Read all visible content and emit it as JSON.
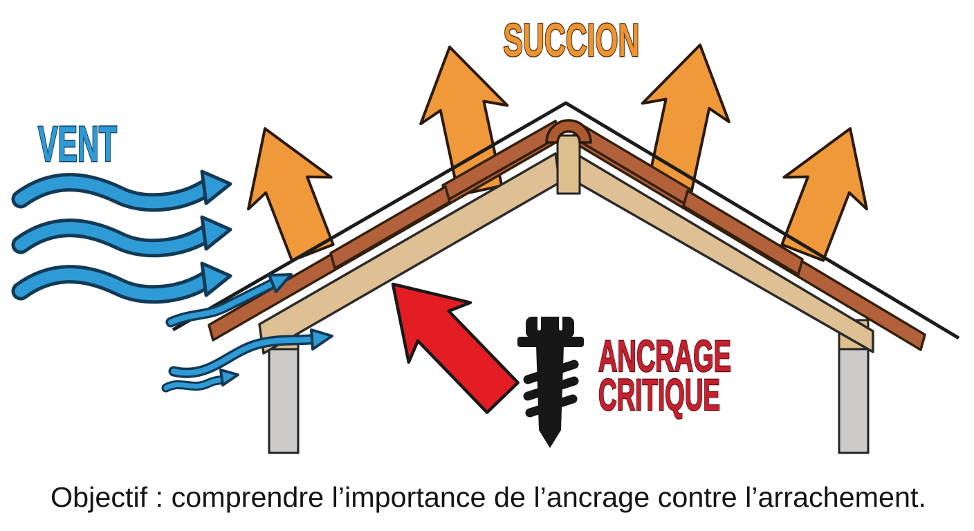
{
  "diagram": {
    "background": "#ffffff",
    "title": "SUCCION",
    "wind_label": "VENT",
    "anchor_label": {
      "line1": "ANCRAGE",
      "line2": "CRITIQUE"
    },
    "caption": "Objectif : comprendre l’importance de l’ancrage contre l’arrachement.",
    "colors": {
      "suction_arrow": "#f0993a",
      "suction_text": "#ee9433",
      "wind_arrow": "#2f9bd6",
      "wind_text": "#2e9ad5",
      "anchor_arrow": "#e41d24",
      "anchor_text": "#c5202e",
      "caption_text": "#141414",
      "roof_tile": "#b2613a",
      "roof_ridge_cap": "#ad5a30",
      "roof_sheathing": "#dec094",
      "post_gray": "#cccbc9",
      "post_wood": "#ddbf8d",
      "outline": "#1c1c1c",
      "screw": "#171717"
    },
    "icons": {
      "suction-arrow-icon": "block up arrow, 4 instances fanned over roof",
      "wind-arrow-icon": "thick wavy right arrow, 3 instances at left",
      "eave-airflow-arrow-icon": "thin wavy arrow at eave, 3 instances",
      "anchor-arrow-icon": "block diagonal arrow pointing at roof anchor",
      "screw-icon": "hex-head anchoring screw",
      "roof-cross-section": "pitched roof with tiles, sheathing, ridge cap",
      "support-post": "vertical post, wood top over concrete gray"
    }
  }
}
